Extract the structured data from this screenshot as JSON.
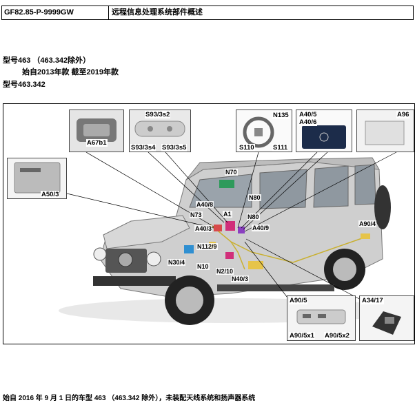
{
  "header": {
    "code": "GF82.85-P-9999GW",
    "title": "远程信息处理系统部件概述"
  },
  "meta": {
    "model_line": "型号463 （463.342除外）",
    "period_line": "始自2013年款 截至2019年款",
    "model_line2": "型号463.342"
  },
  "diagram": {
    "labels": {
      "a67b1": "A67b1",
      "s93s2": "S93/3s2",
      "s93s4": "S93/3s4",
      "s93s5": "S93/3s5",
      "n135": "N135",
      "s110": "S110",
      "s111": "S111",
      "a40_5": "A40/5",
      "a40_6": "A40/6",
      "a96": "A96",
      "a50_3": "A50/3",
      "n70": "N70",
      "a40_8": "A40/8",
      "n73": "N73",
      "a1": "A1",
      "n80": "N80",
      "a40_3": "A40/3",
      "a40_9": "A40/9",
      "a90_4": "A90/4",
      "n112_9": "N112/9",
      "n30_4": "N30/4",
      "n10": "N10",
      "n2_10": "N2/10",
      "n40_3": "N40/3",
      "a90_5": "A90/5",
      "a90_5x1": "A90/5x1",
      "a90_5x2": "A90/5x2",
      "a34_17": "A34/17"
    }
  },
  "footer": {
    "note": "始自 2016 年 9 月 1 日的车型 463 （463.342 除外），未装配天线系统和扬声器系统"
  }
}
